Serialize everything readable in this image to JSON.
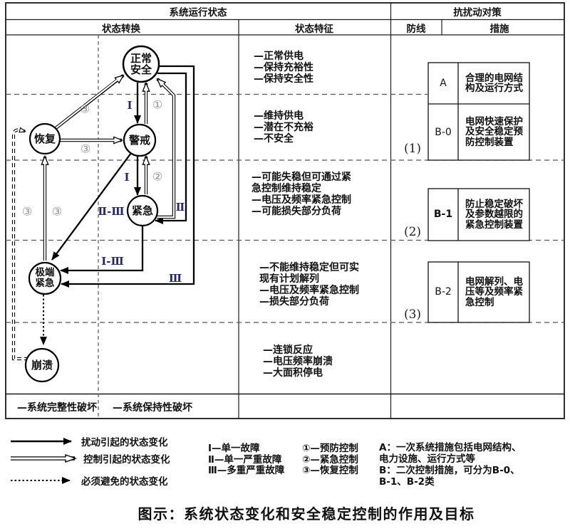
{
  "colors": {
    "roman_numeral": "#262678",
    "circled_number": "#8f8f8f",
    "line": "#000000"
  },
  "header": {
    "system_state": "系统运行状态",
    "countermeasure": "抗扰动对策",
    "transition": "状态转换",
    "feature": "状态特征",
    "defense_line": "防线",
    "measure": "措施"
  },
  "states": {
    "normal": "正常\n安全",
    "recovery": "恢复",
    "alert": "警戒",
    "emergency": "紧急",
    "extreme": "极端\n紧急",
    "collapse": "崩溃"
  },
  "edge_labels": {
    "normal_to_alert": "Ⅰ",
    "alert_to_normal": "①",
    "recovery_to_normal": "③",
    "recovery_to_alert": "③",
    "alert_to_emergency": "Ⅰ",
    "emergency_to_alert": "②",
    "alert_to_extreme": "Ⅱ-Ⅲ",
    "normal_to_emergency": "Ⅱ",
    "collapse_to_recovery": "③",
    "extreme_to_recovery": "③",
    "emergency_to_extreme": "Ⅰ-Ⅲ",
    "normal_to_extreme": "Ⅲ"
  },
  "features": {
    "normal": "—正常供电\n—保持充裕性\n—保持安全性",
    "alert": "—维持供电\n—潜在不充裕\n—不安全",
    "emergency": "—可能失稳但可通过紧\n急控制维持稳定\n—电压及频率紧急控制\n—可能损失部分负荷",
    "extreme": "—不能维持稳定但可实\n现有计划解列\n—电压及频率紧急控制\n—损失部分负荷",
    "collapse": "—连锁反应\n—电压频率崩溃\n—大面积停电"
  },
  "defense": {
    "group1": "(1)",
    "group2": "(2)",
    "group3": "(3)",
    "box_a": {
      "key": "A",
      "text": "合理的电网结\n构及运行方式"
    },
    "box_b0": {
      "key": "B-0",
      "text": "电网快速保护\n及安全稳定预\n防控制装置"
    },
    "box_b1": {
      "key": "B-1",
      "text": "防止稳定破坏\n及参数越限的\n紧急控制装置"
    },
    "box_b2": {
      "key": "B-2",
      "text": "电网解列、电\n压等及频率紧\n急控制"
    }
  },
  "footer": {
    "integrity": "—系统完整性破坏",
    "retention": "—系统保持性破坏"
  },
  "legend": {
    "solid": "扰动引起的状态变化",
    "hollow": "控制引起的状态变化",
    "dotted": "必须避免的状态变化",
    "faults": "Ⅰ—单一故障\nⅡ—单一严重故障\nⅢ—多重严重故障",
    "controls": "①—预防控制\n②—紧急控制\n③—恢复控制",
    "measures": "A：一次系统措施包括电网结构、\n电力设施、运行方式等\nB：二次控制措施，可分为B-0、\nB-1、B-2类"
  },
  "caption": "图示：系统状态变化和安全稳定控制的作用及目标"
}
